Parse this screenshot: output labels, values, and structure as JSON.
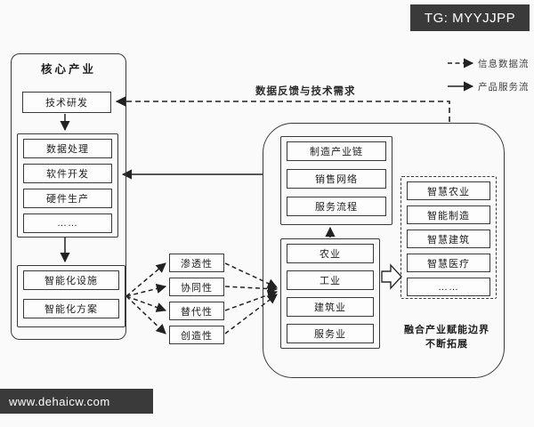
{
  "header": {
    "tag": "TG: MYYJJPP"
  },
  "watermark": {
    "text": "www.dehaicw.com"
  },
  "legend": {
    "info_flow": "信息数据流",
    "product_flow": "产品服务流"
  },
  "annotations": {
    "feedback": "数据反馈与技术需求",
    "boundary_line1": "融合产业赋能边界",
    "boundary_line2": "不断拓展"
  },
  "core": {
    "title": "核心产业",
    "rd": "技术研发",
    "capabilities": [
      "数据处理",
      "软件开发",
      "硬件生产",
      "……"
    ],
    "outputs": [
      "智能化设施",
      "智能化方案"
    ]
  },
  "properties": [
    "渗透性",
    "协同性",
    "替代性",
    "创造性"
  ],
  "fusion": {
    "chain": [
      "制造产业链",
      "销售网络",
      "服务流程"
    ],
    "sectors": [
      "农业",
      "工业",
      "建筑业",
      "服务业"
    ],
    "smart": [
      "智慧农业",
      "智能制造",
      "智慧建筑",
      "智慧医疗",
      "……"
    ]
  },
  "colors": {
    "banner": "#3a3a3a",
    "line": "#2a2a2a"
  }
}
